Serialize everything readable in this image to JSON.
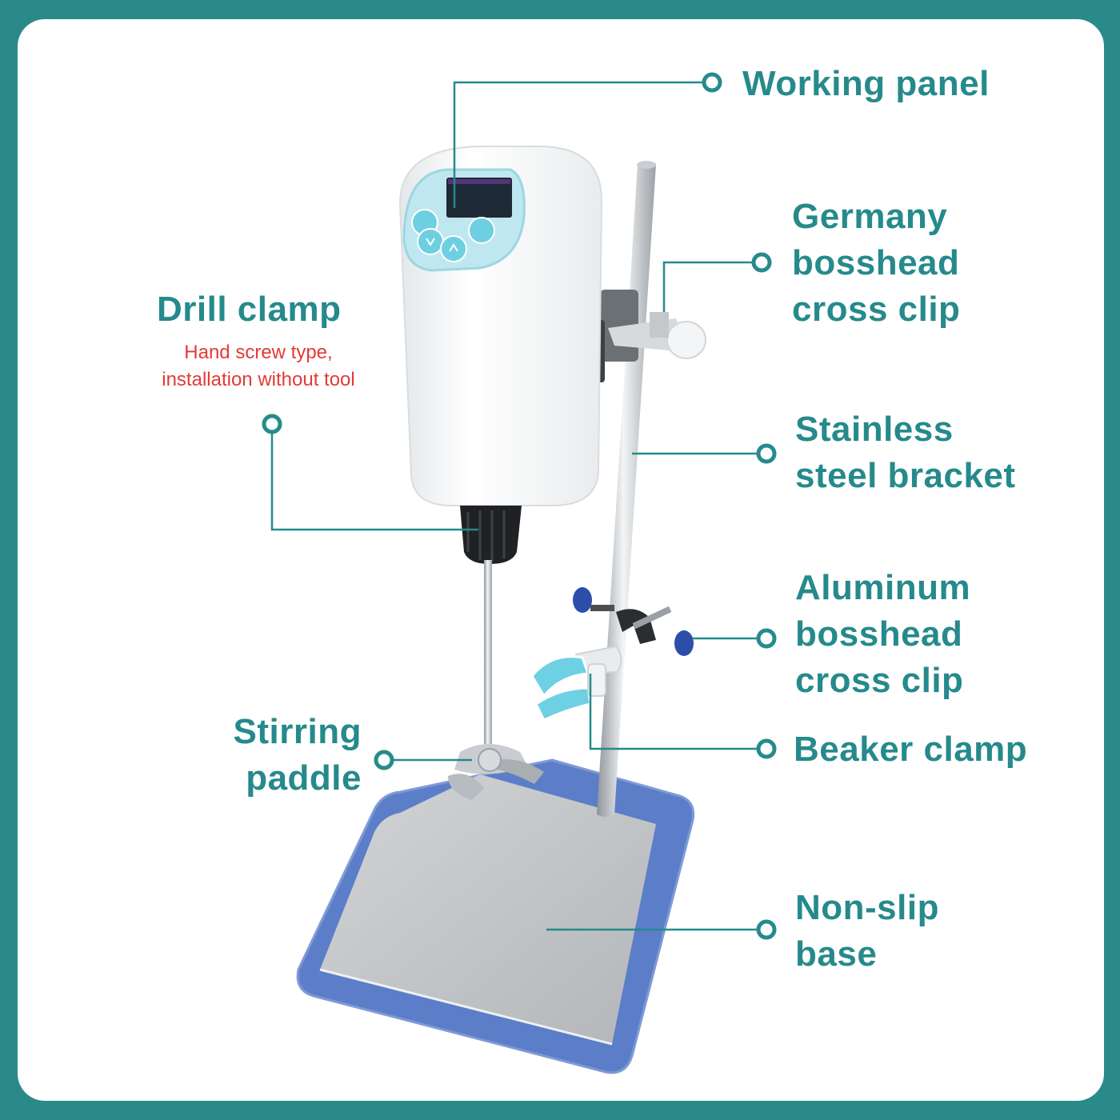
{
  "accent_color": "#268a8c",
  "note_color": "#e23a36",
  "border_color": "#2a8a8a",
  "labels": {
    "working_panel": {
      "lines": [
        "Working panel"
      ]
    },
    "germany_bosshead": {
      "lines": [
        "Germany",
        "bosshead",
        "cross clip"
      ]
    },
    "drill_clamp": {
      "lines": [
        "Drill clamp"
      ],
      "note": [
        "Hand screw type,",
        "installation without tool"
      ]
    },
    "stainless_bracket": {
      "lines": [
        "Stainless",
        "steel bracket"
      ]
    },
    "aluminum_bosshead": {
      "lines": [
        "Aluminum",
        "bosshead",
        "cross clip"
      ]
    },
    "stirring_paddle": {
      "lines": [
        "Stirring",
        "paddle"
      ]
    },
    "beaker_clamp": {
      "lines": [
        "Beaker clamp"
      ]
    },
    "non_slip_base": {
      "lines": [
        "Non-slip",
        "base"
      ]
    }
  }
}
